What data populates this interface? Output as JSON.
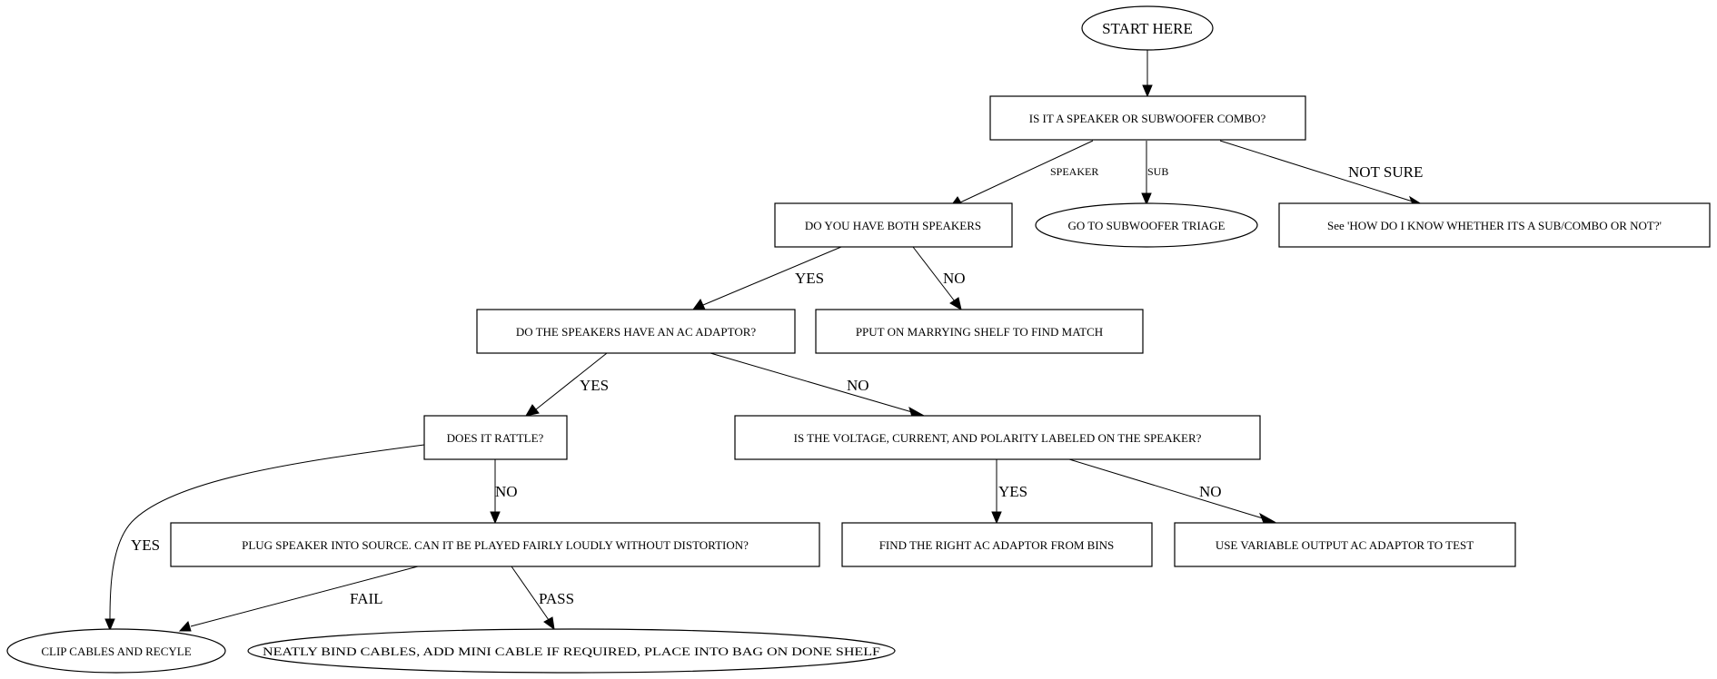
{
  "diagram": {
    "type": "flowchart",
    "nodes": {
      "start": {
        "label": "START HERE",
        "shape": "ellipse"
      },
      "speaker_or_sub": {
        "label": "IS IT A SPEAKER OR SUBWOOFER COMBO?",
        "shape": "box"
      },
      "both_speakers": {
        "label": "DO YOU HAVE BOTH SPEAKERS",
        "shape": "box"
      },
      "sub_triage": {
        "label": "GO TO SUBWOOFER TRIAGE",
        "shape": "ellipse"
      },
      "not_sure_ref": {
        "label": "See 'HOW DO I KNOW WHETHER ITS A SUB/COMBO OR NOT?'",
        "shape": "box"
      },
      "ac_adaptor": {
        "label": "DO THE SPEAKERS HAVE AN AC ADAPTOR?",
        "shape": "box"
      },
      "marrying_shelf": {
        "label": "PPUT ON MARRYING SHELF TO FIND MATCH",
        "shape": "box"
      },
      "rattle": {
        "label": "DOES IT RATTLE?",
        "shape": "box"
      },
      "voltage_labeled": {
        "label": "IS THE VOLTAGE, CURRENT, AND POLARITY LABELED ON THE SPEAKER?",
        "shape": "box"
      },
      "plug_test": {
        "label": "PLUG SPEAKER INTO SOURCE. CAN IT BE PLAYED FAIRLY LOUDLY WITHOUT DISTORTION?",
        "shape": "box"
      },
      "find_adaptor": {
        "label": "FIND THE RIGHT AC ADAPTOR FROM BINS",
        "shape": "box"
      },
      "variable_adaptor": {
        "label": "USE VARIABLE OUTPUT AC ADAPTOR TO TEST",
        "shape": "box"
      },
      "recycle": {
        "label": "CLIP CABLES AND RECYLE",
        "shape": "ellipse"
      },
      "done_shelf": {
        "label": "NEATLY BIND CABLES, ADD MINI CABLE IF REQUIRED, PLACE INTO BAG ON DONE SHELF",
        "shape": "ellipse"
      }
    },
    "edges": [
      {
        "from": "start",
        "to": "speaker_or_sub",
        "label": ""
      },
      {
        "from": "speaker_or_sub",
        "to": "both_speakers",
        "label": "SPEAKER"
      },
      {
        "from": "speaker_or_sub",
        "to": "sub_triage",
        "label": "SUB"
      },
      {
        "from": "speaker_or_sub",
        "to": "not_sure_ref",
        "label": "NOT SURE"
      },
      {
        "from": "both_speakers",
        "to": "ac_adaptor",
        "label": "YES"
      },
      {
        "from": "both_speakers",
        "to": "marrying_shelf",
        "label": "NO"
      },
      {
        "from": "ac_adaptor",
        "to": "rattle",
        "label": "YES"
      },
      {
        "from": "ac_adaptor",
        "to": "voltage_labeled",
        "label": "NO"
      },
      {
        "from": "rattle",
        "to": "recycle",
        "label": "YES"
      },
      {
        "from": "rattle",
        "to": "plug_test",
        "label": "NO"
      },
      {
        "from": "voltage_labeled",
        "to": "find_adaptor",
        "label": "YES"
      },
      {
        "from": "voltage_labeled",
        "to": "variable_adaptor",
        "label": "NO"
      },
      {
        "from": "plug_test",
        "to": "recycle",
        "label": "FAIL"
      },
      {
        "from": "plug_test",
        "to": "done_shelf",
        "label": "PASS"
      }
    ]
  }
}
